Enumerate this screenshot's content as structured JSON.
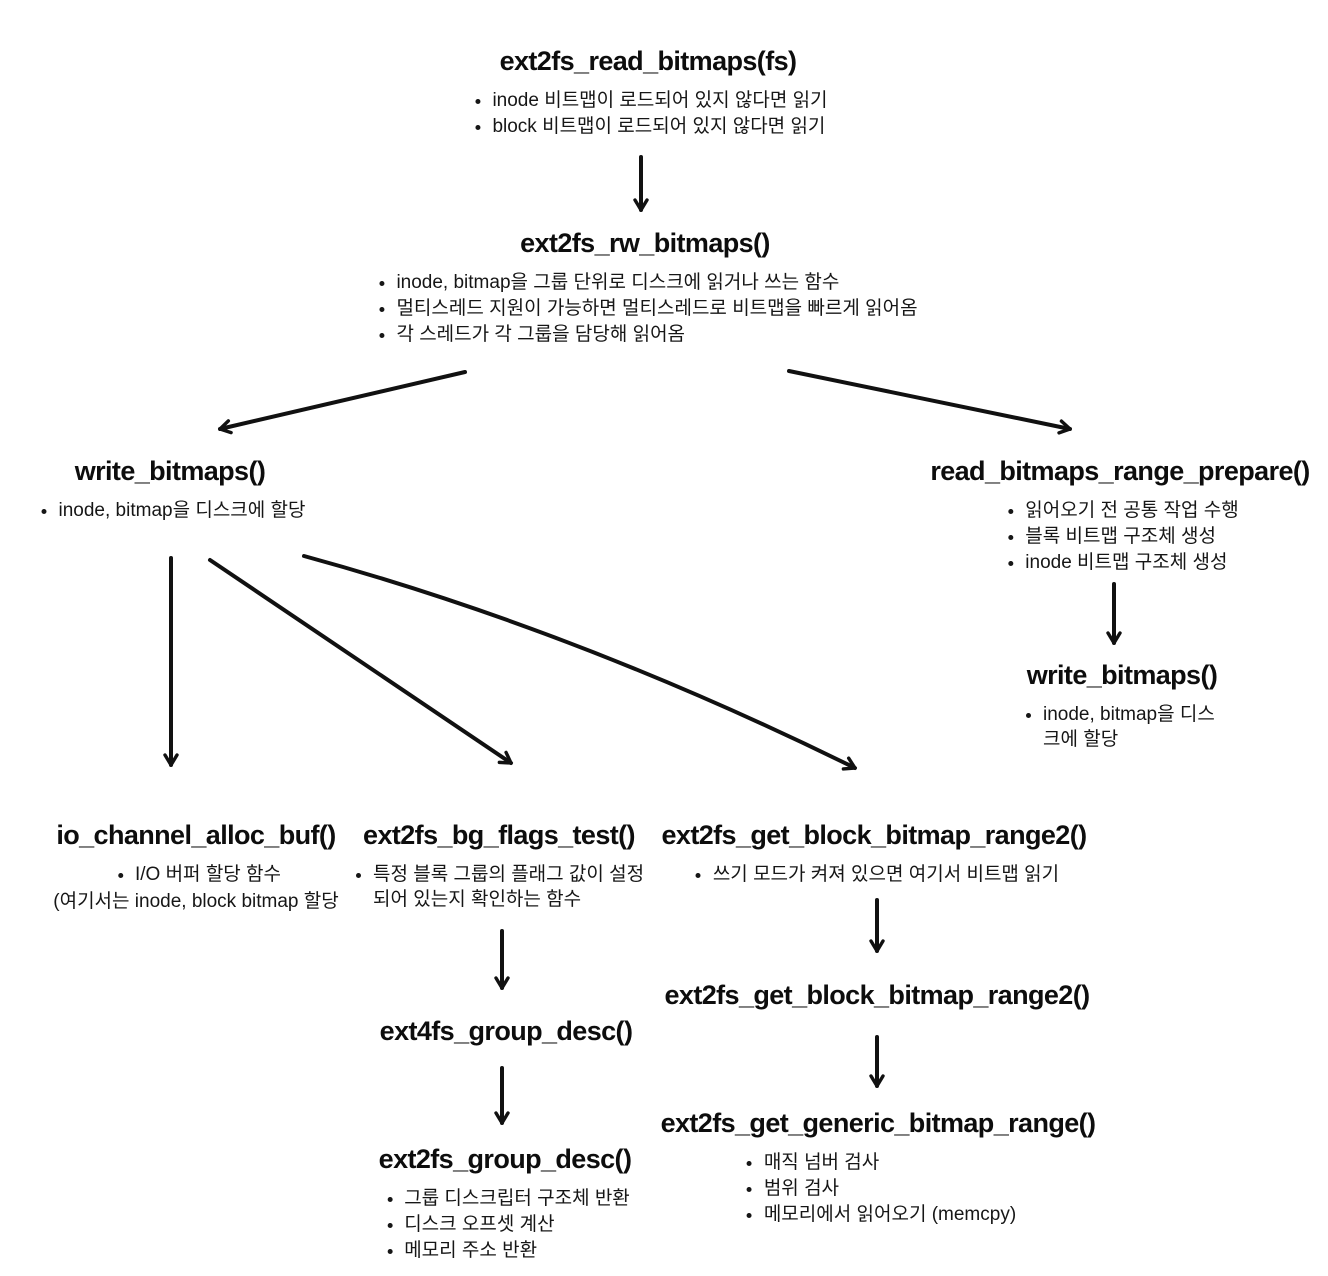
{
  "page": {
    "background_color": "#ffffff",
    "text_color": "#111111"
  },
  "diagram": {
    "nodes": {
      "read_bitmaps": {
        "title": "ext2fs_read_bitmaps(fs)",
        "bullets": [
          "inode 비트맵이 로드되어 있지 않다면 읽기",
          "block 비트맵이 로드되어 있지 않다면 읽기"
        ]
      },
      "rw_bitmaps": {
        "title": "ext2fs_rw_bitmaps()",
        "bullets": [
          "inode, bitmap을 그룹 단위로 디스크에 읽거나 쓰는 함수",
          "멀티스레드 지원이 가능하면 멀티스레드로 비트맵을 빠르게 읽어옴",
          "각 스레드가 각 그룹을 담당해 읽어옴"
        ]
      },
      "write_bitmaps_left": {
        "title": "write_bitmaps()",
        "bullets": [
          "inode, bitmap을 디스크에 할당"
        ]
      },
      "read_bitmaps_range_prepare": {
        "title": "read_bitmaps_range_prepare()",
        "bullets": [
          "읽어오기 전 공통 작업 수행",
          "블록 비트맵 구조체 생성",
          "inode 비트맵 구조체 생성"
        ]
      },
      "write_bitmaps_right": {
        "title": "write_bitmaps()",
        "bullets": [
          "inode, bitmap을 디스크에 할당"
        ]
      },
      "io_channel_alloc_buf": {
        "title": "io_channel_alloc_buf()",
        "bullets": [
          "I/O 버퍼 할당 함수"
        ],
        "note": "(여기서는 inode, block bitmap 할당"
      },
      "bg_flags_test": {
        "title": "ext2fs_bg_flags_test()",
        "bullets": [
          "특정 블록 그룹의 플래그 값이 설정되어 있는지 확인하는 함수"
        ]
      },
      "get_block_bitmap_range2_a": {
        "title": "ext2fs_get_block_bitmap_range2()",
        "bullets": [
          "쓰기 모드가 켜져 있으면 여기서 비트맵 읽기"
        ]
      },
      "ext4fs_group_desc": {
        "title": "ext4fs_group_desc()",
        "bullets": []
      },
      "ext2fs_group_desc": {
        "title": "ext2fs_group_desc()",
        "bullets": [
          "그룹 디스크립터 구조체 반환",
          "디스크 오프셋 계산",
          "메모리 주소 반환"
        ]
      },
      "get_block_bitmap_range2_b": {
        "title": "ext2fs_get_block_bitmap_range2()",
        "bullets": []
      },
      "get_generic_bitmap_range": {
        "title": "ext2fs_get_generic_bitmap_range()",
        "bullets": [
          "매직 넘버 검사",
          "범위 검사",
          "메모리에서 읽어오기 (memcpy)"
        ]
      }
    },
    "edges": [
      {
        "from": "read_bitmaps",
        "to": "rw_bitmaps"
      },
      {
        "from": "rw_bitmaps",
        "to": "write_bitmaps_left"
      },
      {
        "from": "rw_bitmaps",
        "to": "read_bitmaps_range_prepare"
      },
      {
        "from": "write_bitmaps_left",
        "to": "io_channel_alloc_buf"
      },
      {
        "from": "write_bitmaps_left",
        "to": "bg_flags_test"
      },
      {
        "from": "write_bitmaps_left",
        "to": "get_block_bitmap_range2_a"
      },
      {
        "from": "read_bitmaps_range_prepare",
        "to": "write_bitmaps_right"
      },
      {
        "from": "bg_flags_test",
        "to": "ext4fs_group_desc"
      },
      {
        "from": "ext4fs_group_desc",
        "to": "ext2fs_group_desc"
      },
      {
        "from": "get_block_bitmap_range2_a",
        "to": "get_block_bitmap_range2_b"
      },
      {
        "from": "get_block_bitmap_range2_b",
        "to": "get_generic_bitmap_range"
      }
    ],
    "arrow_color": "#111111"
  }
}
